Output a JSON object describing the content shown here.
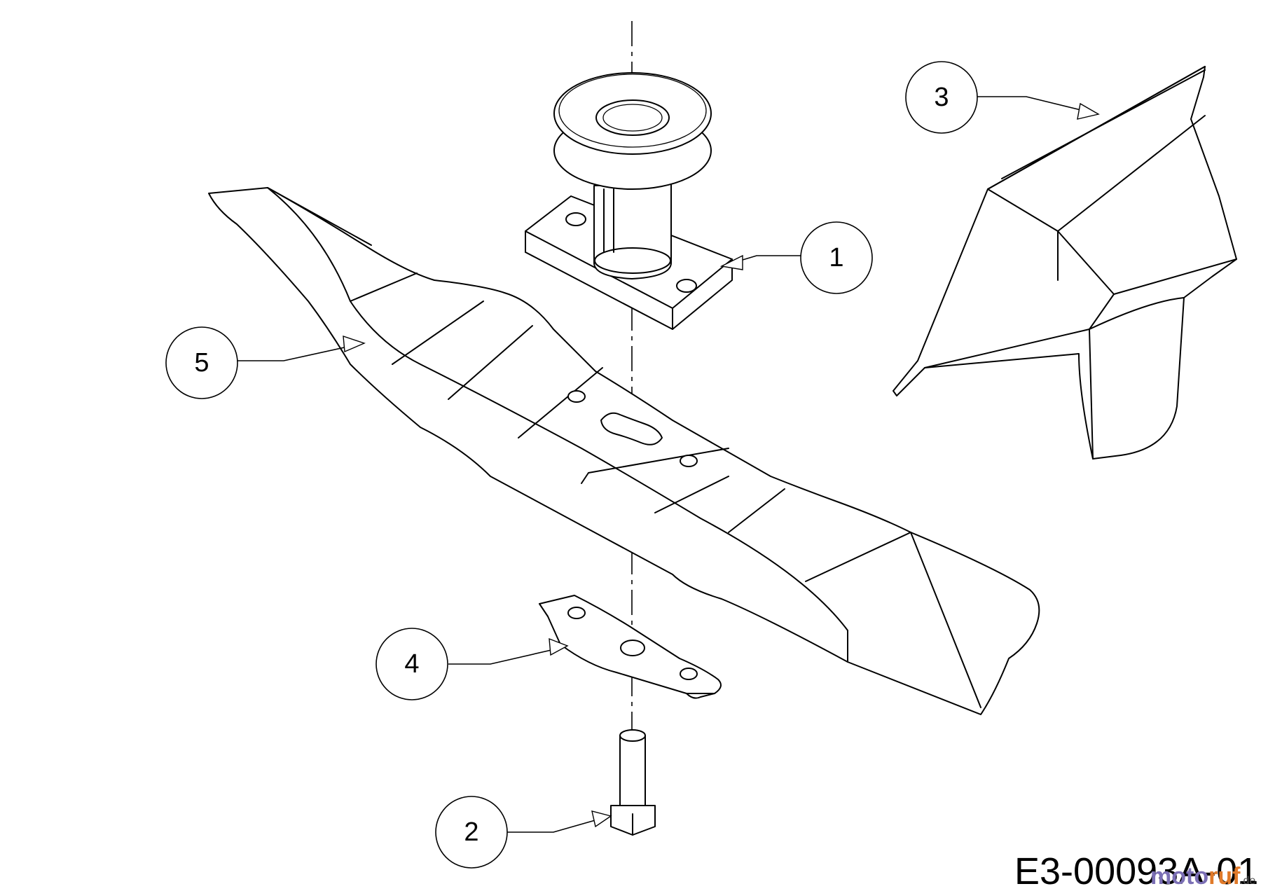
{
  "diagram": {
    "callouts": [
      {
        "id": "1",
        "label": "1"
      },
      {
        "id": "2",
        "label": "2"
      },
      {
        "id": "3",
        "label": "3"
      },
      {
        "id": "4",
        "label": "4"
      },
      {
        "id": "5",
        "label": "5"
      }
    ],
    "drawing_code": "E3-00093A-01",
    "watermark": {
      "brand_part1": "moto",
      "brand_part2": "ruf",
      "suffix": ".de",
      "colors": {
        "part1": "#7b6fb5",
        "part2": "#e07a2a"
      }
    }
  }
}
